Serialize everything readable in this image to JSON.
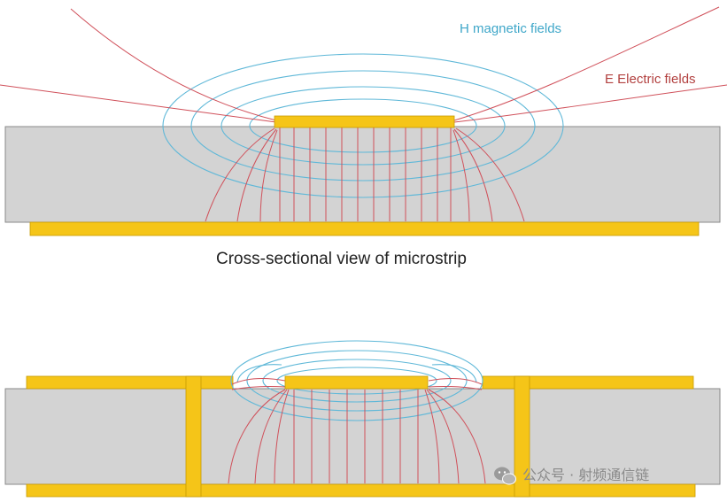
{
  "labels": {
    "h_field": "H magnetic fields",
    "e_field": "E Electric fields",
    "caption_top": "Cross-sectional view of microstrip",
    "watermark": "公众号 · 射频通信链"
  },
  "icons": {
    "watermark": "wechat-icon"
  },
  "colors": {
    "substrate": "#d3d3d3",
    "copper": "#f5c518",
    "magnetic_field": "#5fb8d8",
    "electric_field": "#d0505a"
  }
}
